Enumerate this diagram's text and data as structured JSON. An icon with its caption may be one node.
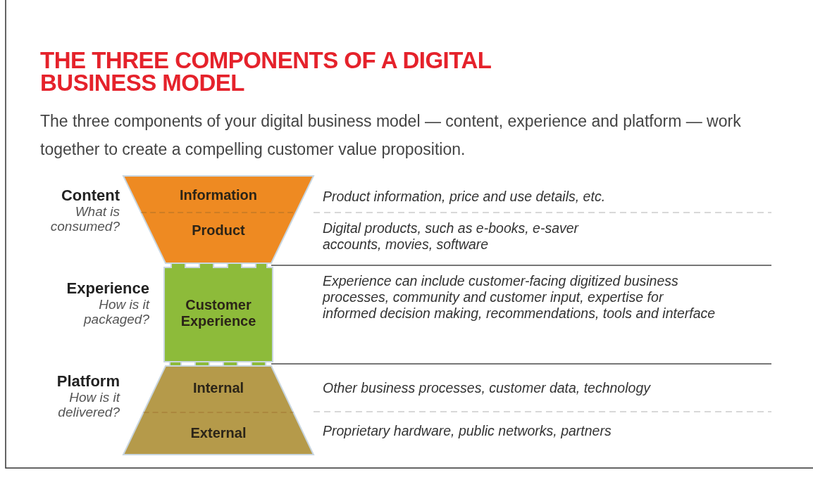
{
  "diagram": {
    "title": "THE THREE COMPONENTS OF A DIGITAL BUSINESS MODEL",
    "nodes": [
      {
        "text": [
          "Information",
          "Product"
        ],
        "beside": [
          "Content",
          "What is consumed?"
        ]
      },
      {
        "text": [
          "Customer Experience"
        ],
        "beside": [
          "Experience",
          "How is it packaged?"
        ]
      },
      {
        "text": [
          "Internal",
          "External"
        ],
        "beside": [
          "Platform",
          "How is it delivered?"
        ]
      }
    ],
    "edges": [],
    "labels": [
      "The three components of your digital business model — content, experience and platform — work together to create a compelling customer value proposition.",
      "Product information, price and use details, etc.",
      "Digital products, such as e-books, e-saver accounts, movies, software",
      "Experience can include customer-facing digitized business processes, community and customer input, expertise for informed decision making, recommendations, tools and interface",
      "Other business processes, customer data, technology",
      "Proprietary hardware, public networks, partners"
    ]
  }
}
